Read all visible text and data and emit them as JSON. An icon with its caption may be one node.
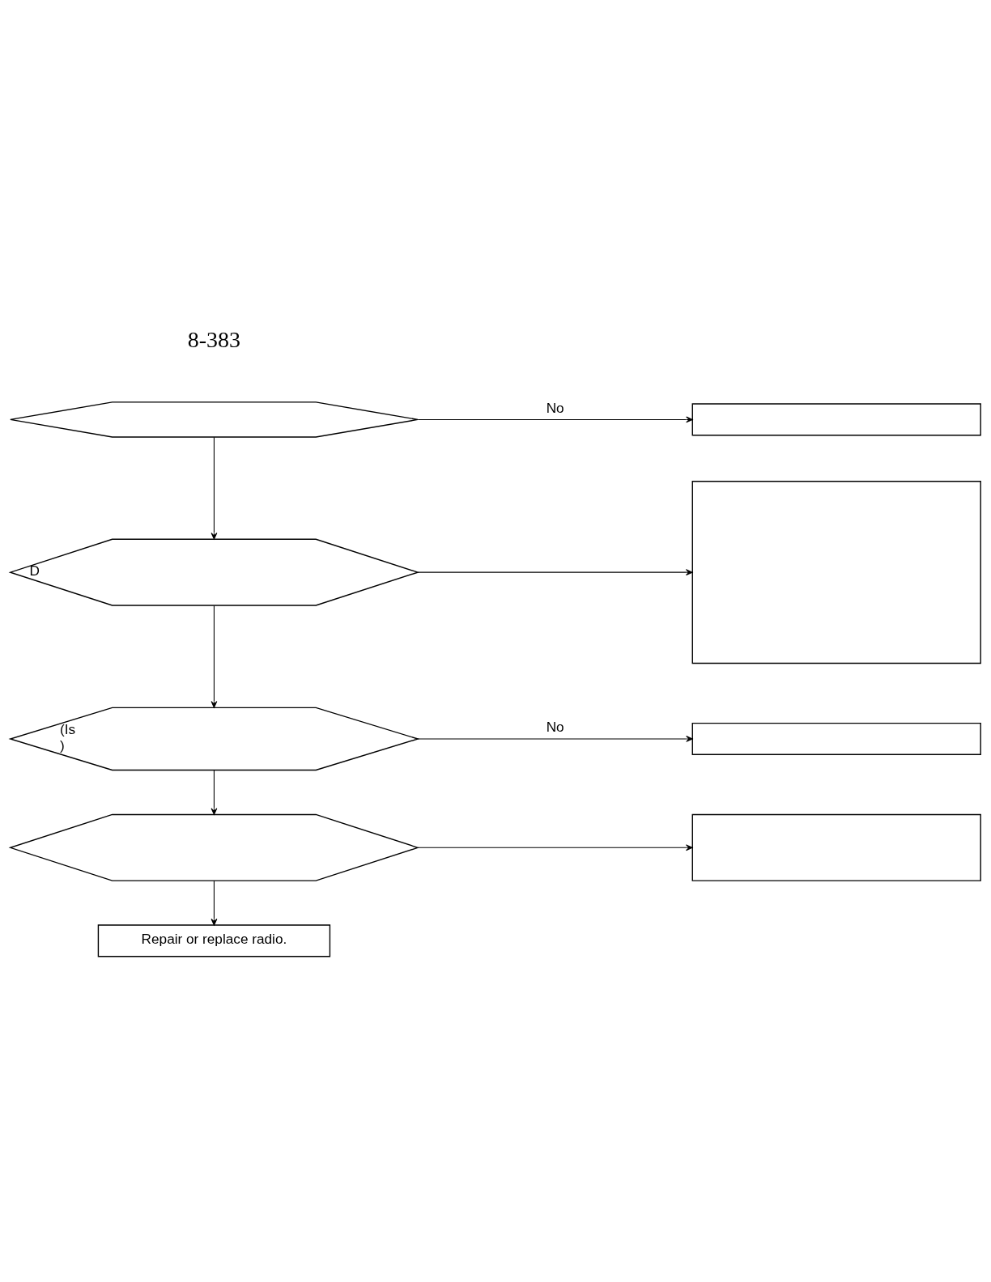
{
  "diagram": {
    "nodes": [
      {
        "text": [],
        "shape": "hexagon"
      },
      {
        "text": [],
        "shape": "box"
      },
      {
        "text": [
          "D"
        ]
      },
      {
        "text": [],
        "shape": "box"
      },
      {
        "text": [
          "(Is",
          ")"
        ]
      },
      {
        "text": [],
        "shape": "box"
      },
      {
        "text": [],
        "shape": "hexagon"
      },
      {
        "text": [],
        "shape": "box"
      },
      {
        "text": [
          "Repair or replace radio."
        ]
      }
    ],
    "edges": [
      {
        "from": 0,
        "to": 1,
        "arrow": "to",
        "label": "No"
      },
      {
        "from": 0,
        "to": 2,
        "arrow": "to"
      },
      {
        "from": 2,
        "to": 3,
        "arrow": "to"
      },
      {
        "from": 2,
        "to": 4,
        "arrow": "to"
      },
      {
        "from": 4,
        "to": 5,
        "arrow": "to",
        "label": "No"
      },
      {
        "from": 4,
        "to": 6,
        "arrow": "to"
      },
      {
        "from": 6,
        "to": 7,
        "arrow": "to"
      },
      {
        "from": 6,
        "to": 8,
        "arrow": "to"
      }
    ],
    "labels": [
      "8-383"
    ]
  }
}
